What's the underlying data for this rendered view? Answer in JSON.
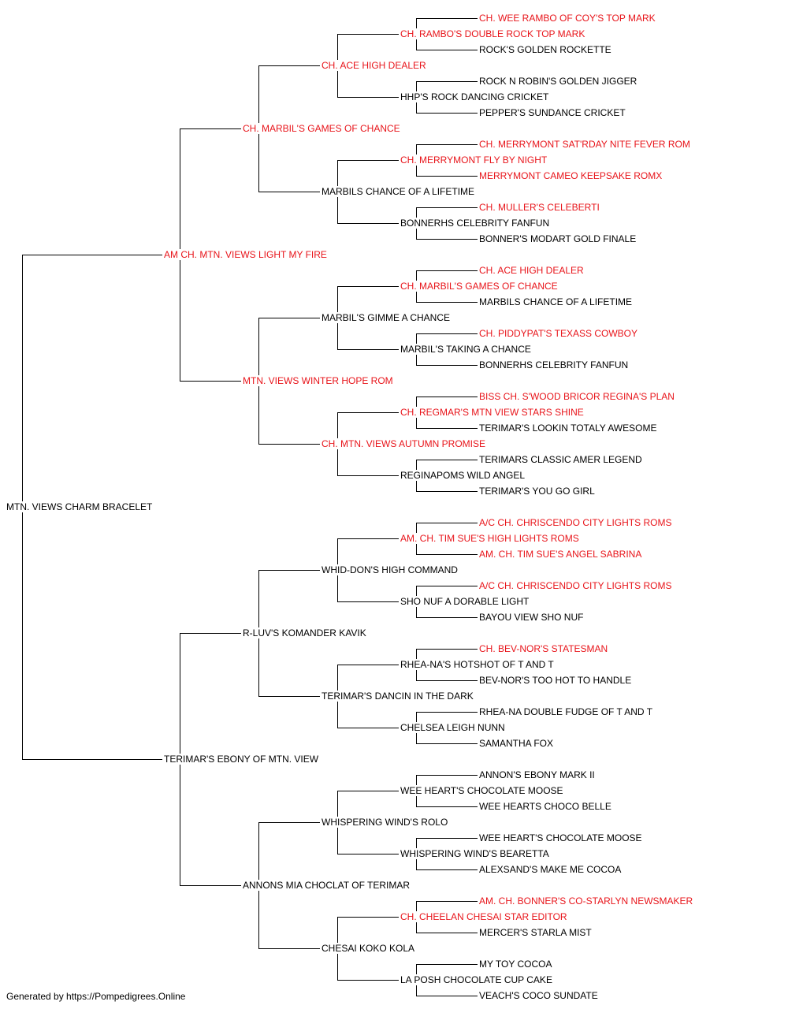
{
  "colors": {
    "champion": "#e8141a",
    "normal": "#000000",
    "line": "#000000"
  },
  "pedigree": {
    "subject": {
      "name": "MTN. VIEWS CHARM BRACELET",
      "champion": false
    },
    "sire": {
      "name": "AM CH. MTN. VIEWS LIGHT MY FIRE",
      "champion": true,
      "sire": {
        "name": "CH. MARBIL'S GAMES OF CHANCE",
        "champion": true,
        "sire": {
          "name": "CH. ACE HIGH DEALER",
          "champion": true,
          "sire": {
            "name": "CH. RAMBO'S DOUBLE ROCK TOP MARK",
            "champion": true,
            "sire": {
              "name": "CH. WEE RAMBO OF COY'S TOP MARK",
              "champion": true
            },
            "dam": {
              "name": "ROCK'S GOLDEN ROCKETTE",
              "champion": false
            }
          },
          "dam": {
            "name": "HHP'S ROCK DANCING CRICKET",
            "champion": false,
            "sire": {
              "name": "ROCK N ROBIN'S GOLDEN JIGGER",
              "champion": false
            },
            "dam": {
              "name": "PEPPER'S SUNDANCE CRICKET",
              "champion": false
            }
          }
        },
        "dam": {
          "name": "MARBILS CHANCE OF A LIFETIME",
          "champion": false,
          "sire": {
            "name": "CH. MERRYMONT FLY BY NIGHT",
            "champion": true,
            "sire": {
              "name": "CH. MERRYMONT SAT'RDAY NITE FEVER ROM",
              "champion": true
            },
            "dam": {
              "name": "MERRYMONT CAMEO KEEPSAKE ROMX",
              "champion": true
            }
          },
          "dam": {
            "name": "BONNERHS CELEBRITY FANFUN",
            "champion": false,
            "sire": {
              "name": "CH. MULLER'S CELEBERTI",
              "champion": true
            },
            "dam": {
              "name": "BONNER'S MODART GOLD FINALE",
              "champion": false
            }
          }
        }
      },
      "dam": {
        "name": "MTN. VIEWS WINTER HOPE ROM",
        "champion": true,
        "sire": {
          "name": "MARBIL'S GIMME A CHANCE",
          "champion": false,
          "sire": {
            "name": "CH. MARBIL'S GAMES OF CHANCE",
            "champion": true,
            "sire": {
              "name": "CH. ACE HIGH DEALER",
              "champion": true
            },
            "dam": {
              "name": "MARBILS CHANCE OF A LIFETIME",
              "champion": false
            }
          },
          "dam": {
            "name": "MARBIL'S TAKING A CHANCE",
            "champion": false,
            "sire": {
              "name": "CH. PIDDYPAT'S TEXASS COWBOY",
              "champion": true
            },
            "dam": {
              "name": "BONNERHS CELEBRITY FANFUN",
              "champion": false
            }
          }
        },
        "dam": {
          "name": "CH. MTN. VIEWS AUTUMN PROMISE",
          "champion": true,
          "sire": {
            "name": "CH. REGMAR'S MTN VIEW STARS SHINE",
            "champion": true,
            "sire": {
              "name": "BISS CH. S'WOOD BRICOR REGINA'S PLAN",
              "champion": true
            },
            "dam": {
              "name": "TERIMAR'S LOOKIN TOTALY AWESOME",
              "champion": false
            }
          },
          "dam": {
            "name": "REGINAPOMS WILD ANGEL",
            "champion": false,
            "sire": {
              "name": "TERIMARS CLASSIC AMER LEGEND",
              "champion": false
            },
            "dam": {
              "name": "TERIMAR'S YOU GO GIRL",
              "champion": false
            }
          }
        }
      }
    },
    "dam": {
      "name": "TERIMAR'S EBONY OF MTN. VIEW",
      "champion": false,
      "sire": {
        "name": "R-LUV'S KOMANDER KAVIK",
        "champion": false,
        "sire": {
          "name": "WHID-DON'S HIGH COMMAND",
          "champion": false,
          "sire": {
            "name": "AM. CH. TIM SUE'S HIGH LIGHTS ROMS",
            "champion": true,
            "sire": {
              "name": "A/C CH. CHRISCENDO CITY LIGHTS ROMS",
              "champion": true
            },
            "dam": {
              "name": "AM. CH. TIM SUE'S ANGEL SABRINA",
              "champion": true
            }
          },
          "dam": {
            "name": "SHO NUF A DORABLE LIGHT",
            "champion": false,
            "sire": {
              "name": "A/C CH. CHRISCENDO CITY LIGHTS ROMS",
              "champion": true
            },
            "dam": {
              "name": "BAYOU VIEW SHO NUF",
              "champion": false
            }
          }
        },
        "dam": {
          "name": "TERIMAR'S DANCIN IN THE DARK",
          "champion": false,
          "sire": {
            "name": "RHEA-NA'S HOTSHOT OF T AND T",
            "champion": false,
            "sire": {
              "name": "CH. BEV-NOR'S STATESMAN",
              "champion": true
            },
            "dam": {
              "name": "BEV-NOR'S TOO HOT TO HANDLE",
              "champion": false
            }
          },
          "dam": {
            "name": "CHELSEA LEIGH NUNN",
            "champion": false,
            "sire": {
              "name": "RHEA-NA DOUBLE FUDGE OF T AND T",
              "champion": false
            },
            "dam": {
              "name": "SAMANTHA FOX",
              "champion": false
            }
          }
        }
      },
      "dam": {
        "name": "ANNONS MIA CHOCLAT OF TERIMAR",
        "champion": false,
        "sire": {
          "name": "WHISPERING WIND'S ROLO",
          "champion": false,
          "sire": {
            "name": "WEE HEART'S CHOCOLATE MOOSE",
            "champion": false,
            "sire": {
              "name": "ANNON'S EBONY MARK II",
              "champion": false
            },
            "dam": {
              "name": "WEE HEARTS CHOCO BELLE",
              "champion": false
            }
          },
          "dam": {
            "name": "WHISPERING WIND'S BEARETTA",
            "champion": false,
            "sire": {
              "name": "WEE HEART'S CHOCOLATE MOOSE",
              "champion": false
            },
            "dam": {
              "name": "ALEXSAND'S MAKE ME COCOA",
              "champion": false
            }
          }
        },
        "dam": {
          "name": "CHESAI KOKO KOLA",
          "champion": false,
          "sire": {
            "name": "CH. CHEELAN CHESAI STAR EDITOR",
            "champion": true,
            "sire": {
              "name": "AM. CH. BONNER'S CO-STARLYN NEWSMAKER",
              "champion": true
            },
            "dam": {
              "name": "MERCER'S STARLA MIST",
              "champion": false
            }
          },
          "dam": {
            "name": "LA POSH CHOCOLATE CUP CAKE",
            "champion": false,
            "sire": {
              "name": "MY TOY COCOA",
              "champion": false
            },
            "dam": {
              "name": "VEACH'S COCO SUNDATE",
              "champion": false
            }
          }
        }
      }
    }
  },
  "footer": {
    "text": "Generated by https://Pompedigrees.Online"
  }
}
